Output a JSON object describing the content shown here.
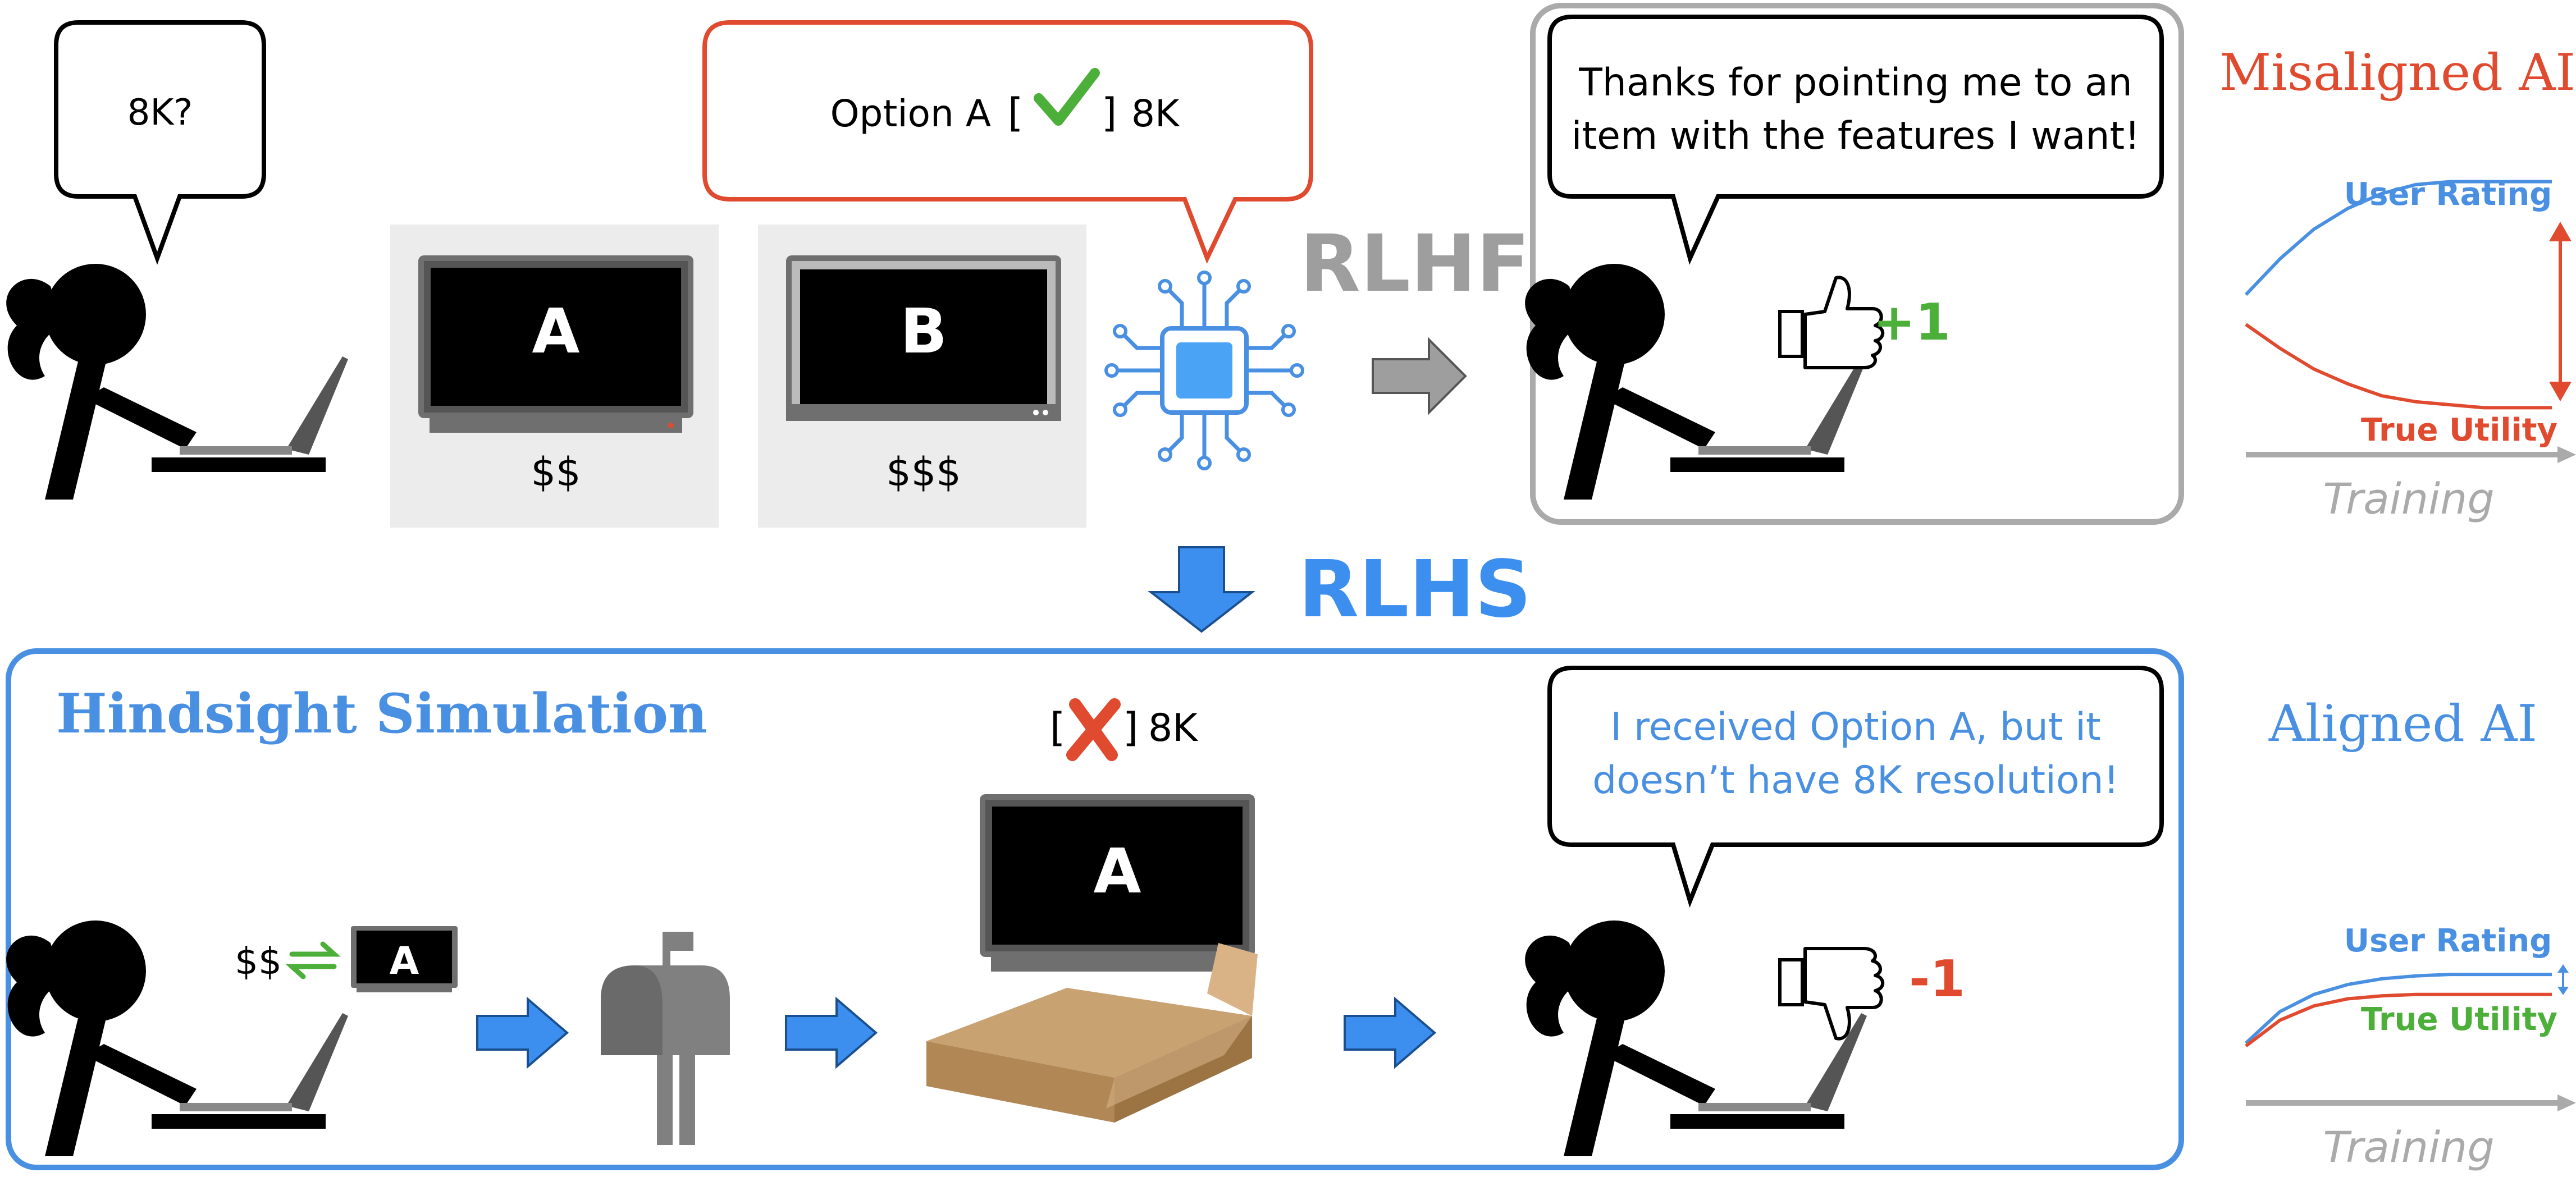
{
  "top": {
    "user_query": "8K?",
    "product_a_label": "A",
    "product_a_price": "$$",
    "product_b_label": "B",
    "product_b_price": "$$$",
    "ai_statement_prefix": "Option A",
    "ai_statement_feature": "8K",
    "rlhf_label": "RLHF",
    "feedback_line_1": "Thanks for pointing me to an",
    "feedback_line_2": "item with the features I want!",
    "feedback_score": "+1"
  },
  "middle": {
    "rlhs_label": "RLHS"
  },
  "bottom": {
    "title": "Hindsight Simulation",
    "trade_price": "$$",
    "trade_product_label": "A",
    "outcome_feature": "8K",
    "delivered_product_label": "A",
    "feedback_line_1": "I received Option A, but it",
    "feedback_line_2": "doesn’t have 8K resolution!",
    "feedback_score": "-1"
  },
  "side_top": {
    "title": "Misaligned AI",
    "user_rating_label": "User Rating",
    "true_utility_label": "True Utility",
    "x_label": "Training",
    "user_rating_curve": [
      0.5,
      0.62,
      0.72,
      0.79,
      0.84,
      0.87,
      0.88,
      0.88,
      0.88,
      0.88
    ],
    "true_utility_curve": [
      0.4,
      0.32,
      0.25,
      0.2,
      0.16,
      0.14,
      0.13,
      0.12,
      0.12,
      0.12
    ]
  },
  "side_bottom": {
    "title": "Aligned AI",
    "user_rating_label": "User Rating",
    "true_utility_label": "True Utility",
    "x_label": "Training",
    "user_rating_curve": [
      0.3,
      0.52,
      0.64,
      0.71,
      0.75,
      0.77,
      0.78,
      0.78,
      0.78,
      0.78
    ],
    "true_utility_curve": [
      0.28,
      0.46,
      0.56,
      0.61,
      0.63,
      0.64,
      0.64,
      0.64,
      0.64,
      0.64
    ]
  },
  "colors": {
    "red": "#e04a2f",
    "blue": "#4a90e2",
    "green": "#4caf3a",
    "gray": "#9e9e9e",
    "arrow_blue": "#3d8fef"
  }
}
